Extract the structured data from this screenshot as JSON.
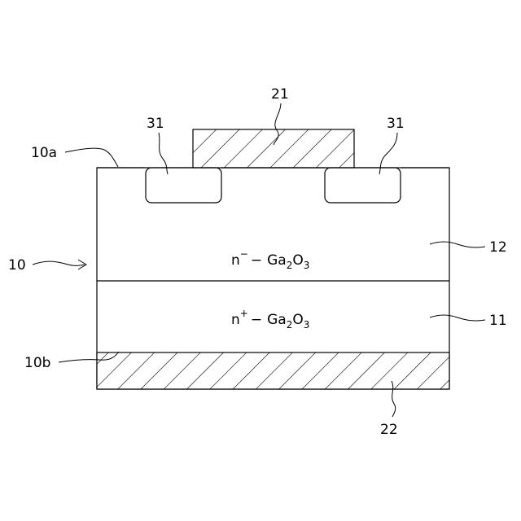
{
  "labels": {
    "ref_10": "10",
    "ref_10a": "10a",
    "ref_10b": "10b",
    "ref_11": "11",
    "ref_12": "12",
    "ref_21": "21",
    "ref_22": "22",
    "ref_31_left": "31",
    "ref_31_right": "31"
  },
  "layers": {
    "upper": {
      "carrier": "n",
      "sign": "−",
      "dash": "−",
      "formula_base": "Ga",
      "sub1": "2",
      "mid": "O",
      "sub2": "3"
    },
    "lower": {
      "carrier": "n",
      "sign": "+",
      "dash": "−",
      "formula_base": "Ga",
      "sub1": "2",
      "mid": "O",
      "sub2": "3"
    }
  }
}
